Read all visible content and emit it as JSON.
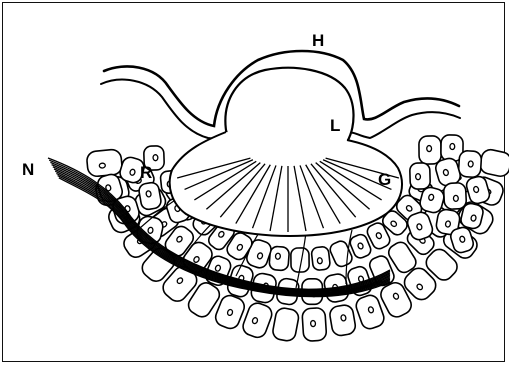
{
  "figure": {
    "labels": {
      "h": "H",
      "l": "L",
      "g": "G",
      "r": "R",
      "n": "N"
    },
    "colors": {
      "ink": "#000000",
      "paper": "#ffffff"
    }
  }
}
